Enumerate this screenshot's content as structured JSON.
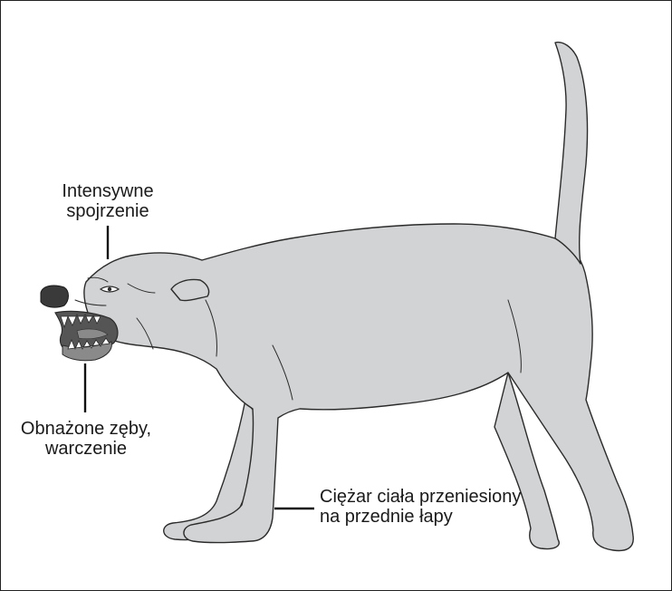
{
  "annotations": {
    "gaze": {
      "lines": [
        "Intensywne",
        "spojrzenie"
      ]
    },
    "teeth": {
      "lines": [
        "Obnażone zęby,",
        "warczenie"
      ]
    },
    "weight": {
      "lines": [
        "Ciężar ciała przeniesiony",
        "na przednie łapy"
      ]
    }
  },
  "colors": {
    "body_fill": "#d2d3d4",
    "outline": "#2b2b2b",
    "nose": "#3a3a3a",
    "mouth": "#555555",
    "gum": "#8a8a8a",
    "teeth": "#ffffff",
    "leader_line": "#111111"
  }
}
